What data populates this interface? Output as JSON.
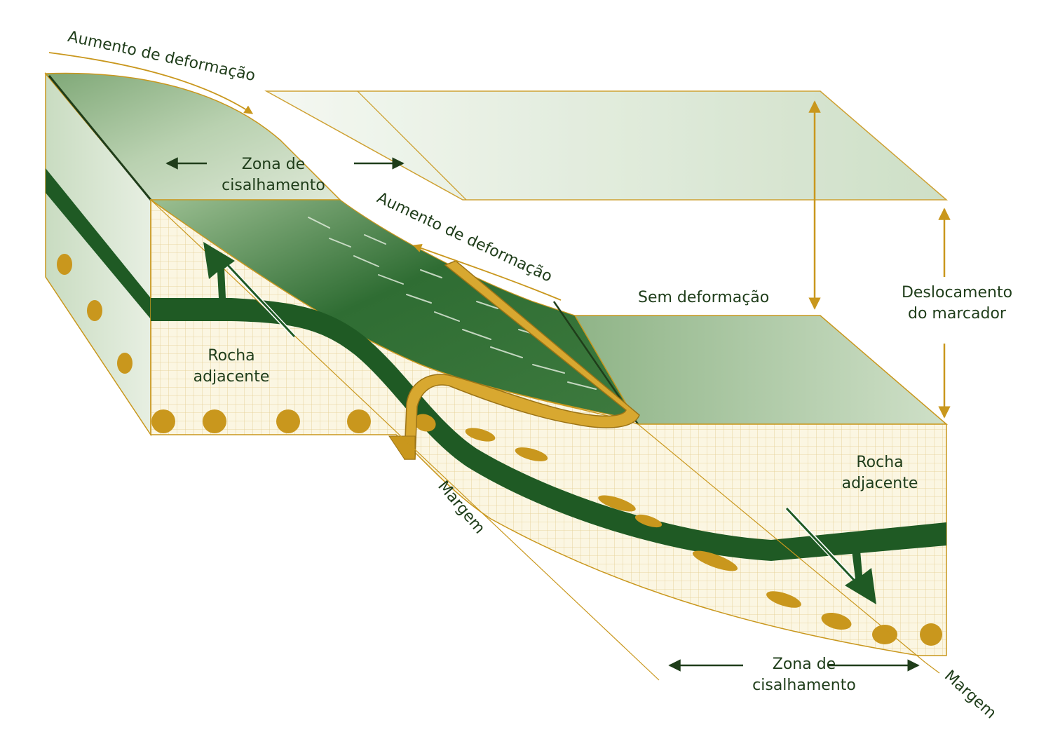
{
  "labels": {
    "deformation_increase_top": "Aumento de deformação",
    "shear_zone_top_line1": "Zona de",
    "shear_zone_top_line2": "cisalhamento",
    "deformation_increase_mid": "Aumento de deformação",
    "no_deformation": "Sem deformação",
    "marker_displacement_line1": "Deslocamento",
    "marker_displacement_line2": "do marcador",
    "adjacent_rock_left_line1": "Rocha",
    "adjacent_rock_left_line2": "adjacente",
    "adjacent_rock_right_line1": "Rocha",
    "adjacent_rock_right_line2": "adjacente",
    "margin_left": "Margem",
    "margin_right": "Margem",
    "shear_zone_bottom_line1": "Zona de",
    "shear_zone_bottom_line2": "cisalhamento"
  },
  "colors": {
    "dark_green": "#1f5a24",
    "green_surface": "#6f9a68",
    "light_green": "#c9dcc1",
    "cream": "#fbf6e2",
    "grid_line": "#e0c88a",
    "gold": "#c9971d",
    "text": "#1f3d1a"
  }
}
